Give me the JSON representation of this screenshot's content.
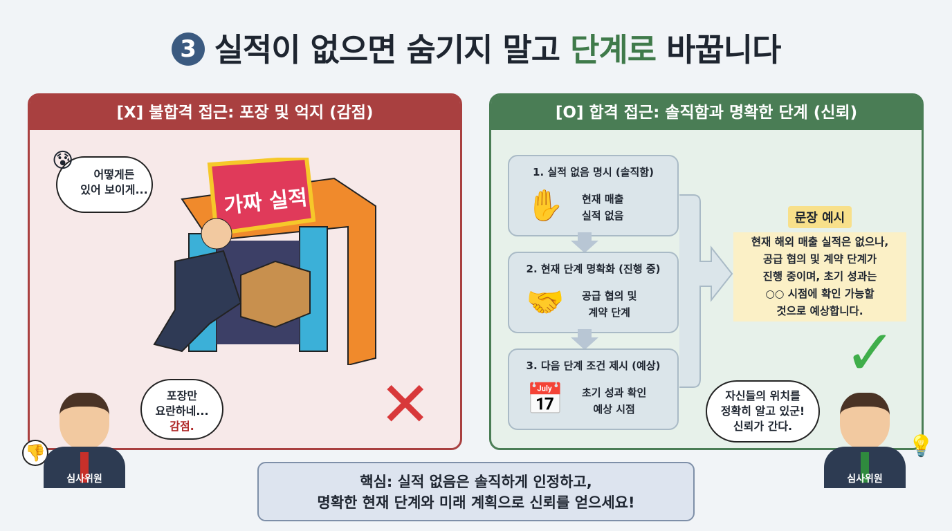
{
  "title": {
    "number": "3",
    "part1": "실적이 없으면 숨기지 말고 ",
    "highlight": "단계로",
    "part2": " 바꿉니다"
  },
  "left": {
    "header": "[X] 불합격 접근: 포장 및 억지 (감점)",
    "thought": [
      "어떻게든",
      "있어 보이게..."
    ],
    "sign": "가짜 실적",
    "judge_bubble": [
      "포장만",
      "요란하네..."
    ],
    "judge_bubble_accent": "감점.",
    "judge_label": "심사위원",
    "mark": "✕"
  },
  "right": {
    "header": "[O] 합격 접근: 솔직함과 명확한 단계 (신뢰)",
    "steps": [
      {
        "title": "1. 실적 없음 명시 (솔직함)",
        "lines": [
          "현재 매출",
          "실적 없음"
        ],
        "icon": "✋"
      },
      {
        "title": "2. 현재 단계 명확화 (진행 중)",
        "lines": [
          "공급 협의 및",
          "계약 단계"
        ],
        "icon": "🤝"
      },
      {
        "title": "3. 다음 단계 조건 제시 (예상)",
        "lines": [
          "초기 성과 확인",
          "예상 시점"
        ],
        "icon": "📅"
      }
    ],
    "example_label": "문장 예시",
    "example_lines": [
      "현재 해외 매출 실적은 없으나,",
      "공급 협의 및 계약 단계가",
      "진행 중이며, 초기 성과는",
      "○○ 시점에 확인 가능할",
      "것으로 예상합니다."
    ],
    "judge_bubble": [
      "자신들의 위치를",
      "정확히 알고 있군!",
      "신뢰가 간다."
    ],
    "judge_label": "심사위원",
    "mark": "✓"
  },
  "key": {
    "line1": "핵심: 실적 없음은 솔직하게 인정하고,",
    "line2": "명확한 현재 단계와 미래 계획으로 신뢰를 얻으세요!"
  },
  "colors": {
    "bad": "#a94040",
    "good": "#4a7d55",
    "title_accent": "#3f7a4a"
  }
}
